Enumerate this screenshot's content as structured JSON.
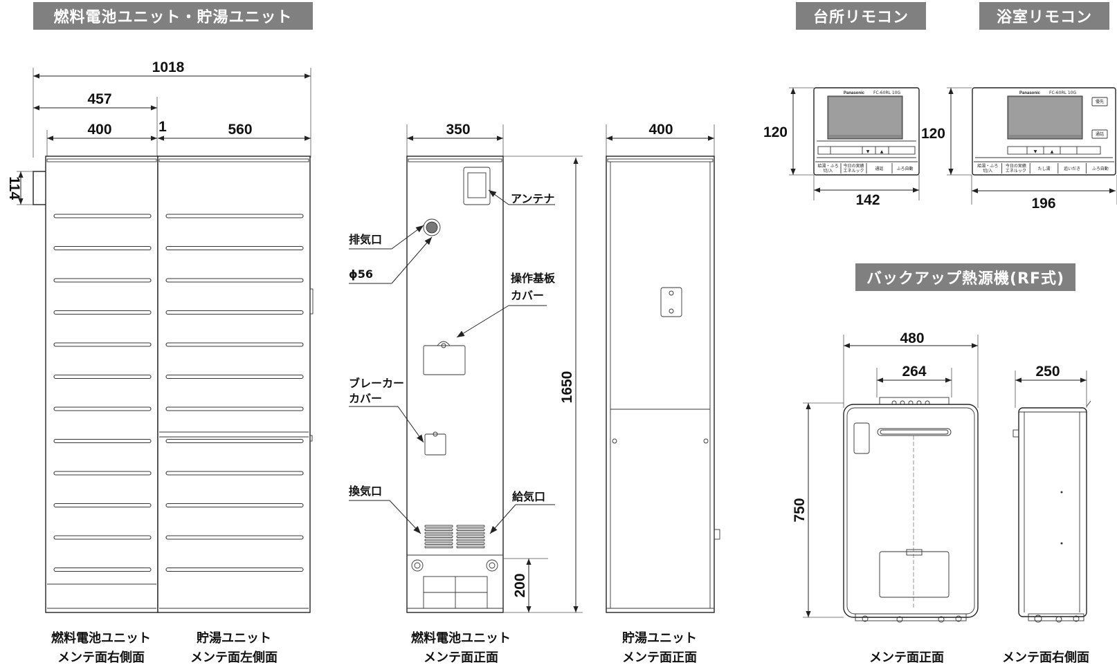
{
  "headers": {
    "fc_unit": "燃料電池ユニット・貯湯ユニット",
    "kitchen_remote": "台所リモコン",
    "bath_remote": "浴室リモコン",
    "backup": "バックアップ熱源機(RF式)"
  },
  "dimensions": {
    "total_width": "1018",
    "fc_depth": "457",
    "fc_side_width": "400",
    "gap": "1",
    "tank_depth": "560",
    "pipe_height": "114",
    "fc_front_width": "350",
    "height": "1650",
    "base_height": "200",
    "tank_front_width": "400",
    "kitchen_height": "120",
    "kitchen_width": "142",
    "bath_height": "120",
    "bath_width": "196",
    "backup_width": "480",
    "backup_inner": "264",
    "backup_height": "750",
    "backup_depth": "250"
  },
  "labels": {
    "antenna": "アンテナ",
    "exhaust": "排気口",
    "diameter": "ϕ56",
    "board_cover_1": "操作基板",
    "board_cover_2": "カバー",
    "breaker_1": "ブレーカー",
    "breaker_2": "カバー",
    "vent": "換気口",
    "intake": "給気口"
  },
  "captions": {
    "fc_right_1": "燃料電池ユニット",
    "fc_right_2": "メンテ面右側面",
    "tank_left_1": "貯湯ユニット",
    "tank_left_2": "メンテ面左側面",
    "fc_front_1": "燃料電池ユニット",
    "fc_front_2": "メンテ面正面",
    "tank_front_1": "貯湯ユニット",
    "tank_front_2": "メンテ面正面",
    "backup_front": "メンテ面正面",
    "backup_side": "メンテ面右側面"
  },
  "remote_kitchen": {
    "brand": "Panasonic",
    "model": "FC-60RL 10G",
    "buttons": [
      "給湯・ふろ\n切/入",
      "今日の実績\nエネルック",
      "通話",
      "ふろ自動"
    ]
  },
  "remote_bath": {
    "brand": "Panasonic",
    "model": "FC-60RL 10G",
    "side_buttons": [
      "優先",
      "通話"
    ],
    "buttons": [
      "給湯・ふろ\n切/入",
      "今日の実績\nエネルック",
      "たし湯",
      "追いだき",
      "ふろ自動"
    ]
  }
}
